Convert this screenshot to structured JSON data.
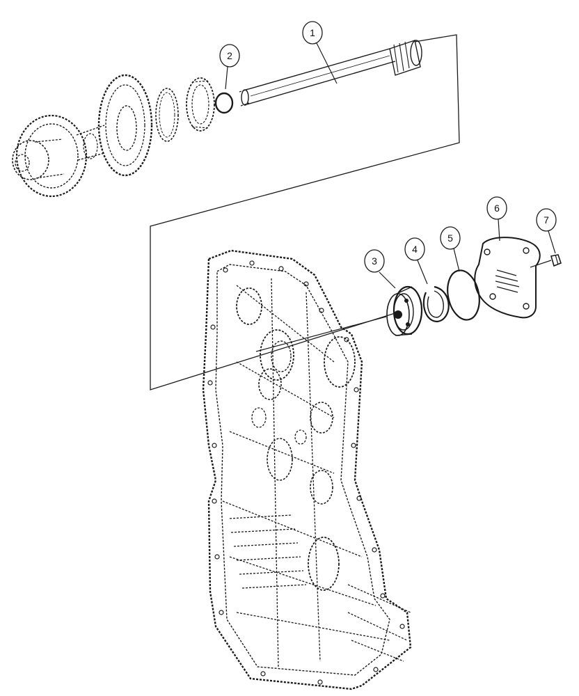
{
  "callouts": [
    {
      "id": "callout-1",
      "number": "1"
    },
    {
      "id": "callout-2",
      "number": "2"
    },
    {
      "id": "callout-3",
      "number": "3"
    },
    {
      "id": "callout-4",
      "number": "4"
    },
    {
      "id": "callout-5",
      "number": "5"
    },
    {
      "id": "callout-6",
      "number": "6"
    },
    {
      "id": "callout-7",
      "number": "7"
    }
  ]
}
